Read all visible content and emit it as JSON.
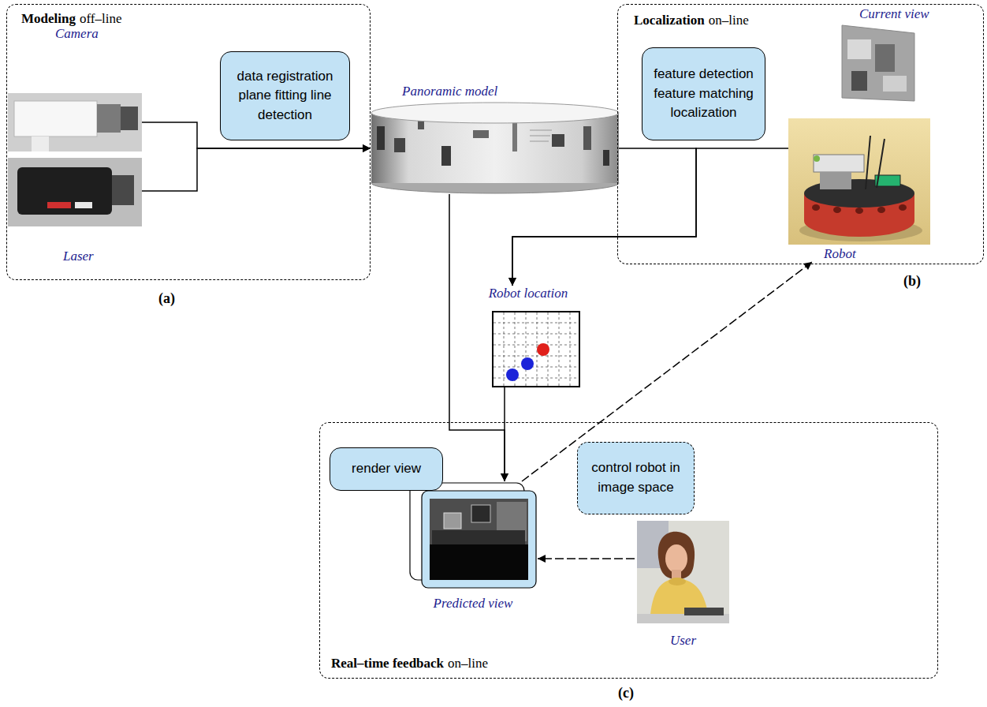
{
  "diagram": {
    "nodes": [
      {
        "text": [
          "Modeling",
          "off–line",
          "(a)"
        ]
      },
      {
        "text": [
          "Camera"
        ],
        "in": 0
      },
      {
        "text": [
          "Laser"
        ],
        "in": 0
      },
      {
        "text": [
          "data registration plane fitting line detection"
        ],
        "in": 0
      },
      {
        "text": [
          "Panoramic model"
        ]
      },
      {
        "text": [
          "Localization",
          "on–line",
          "(b)"
        ]
      },
      {
        "text": [
          "feature detection feature matching localization"
        ],
        "in": 5
      },
      {
        "text": [
          "Current view"
        ],
        "in": 5
      },
      {
        "text": [
          "Robot"
        ],
        "in": 5
      },
      {
        "text": [
          "Robot location"
        ]
      },
      {
        "text": [
          "Real–time feedback",
          "on–line",
          "(c)"
        ]
      },
      {
        "text": [
          "render view"
        ],
        "in": 10
      },
      {
        "text": [
          "control robot in image space"
        ],
        "in": 10
      },
      {
        "text": [
          "Predicted view"
        ],
        "in": 10
      },
      {
        "text": [
          "User"
        ],
        "in": 10
      }
    ],
    "edges": [
      {
        "from": 1,
        "to": 4,
        "arrow": "to"
      },
      {
        "from": 2,
        "to": 4,
        "arrow": "to"
      },
      {
        "from": 4,
        "to": 9,
        "arrow": "to"
      },
      {
        "from": 8,
        "to": 9,
        "arrow": "to"
      },
      {
        "from": 4,
        "to": 13,
        "arrow": "to"
      },
      {
        "from": 9,
        "to": 13,
        "arrow": "to"
      },
      {
        "from": 13,
        "to": 8,
        "arrow": "to"
      },
      {
        "from": 14,
        "to": 13,
        "arrow": "to"
      }
    ]
  }
}
